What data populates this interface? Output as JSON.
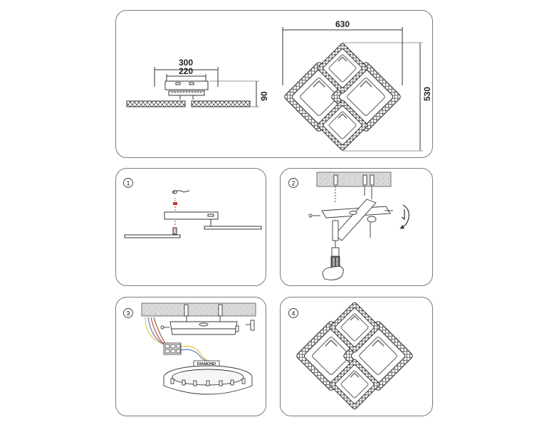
{
  "dimensions": {
    "width_total": "300",
    "width_bracket": "220",
    "height": "90",
    "span_width": "630",
    "span_height": "530"
  },
  "steps": [
    {
      "number": "1"
    },
    {
      "number": "2"
    },
    {
      "number": "3"
    },
    {
      "number": "4"
    }
  ],
  "product_label": "DIAMOND",
  "colors": {
    "line": "#333333",
    "panel_border": "#7a7a7a",
    "wire_yellow": "#e8c540",
    "wire_blue": "#5b7fc7",
    "wire_red": "#d04a3a",
    "wire_brown": "#8a5a3a",
    "ceiling": "#d8d8d8"
  }
}
